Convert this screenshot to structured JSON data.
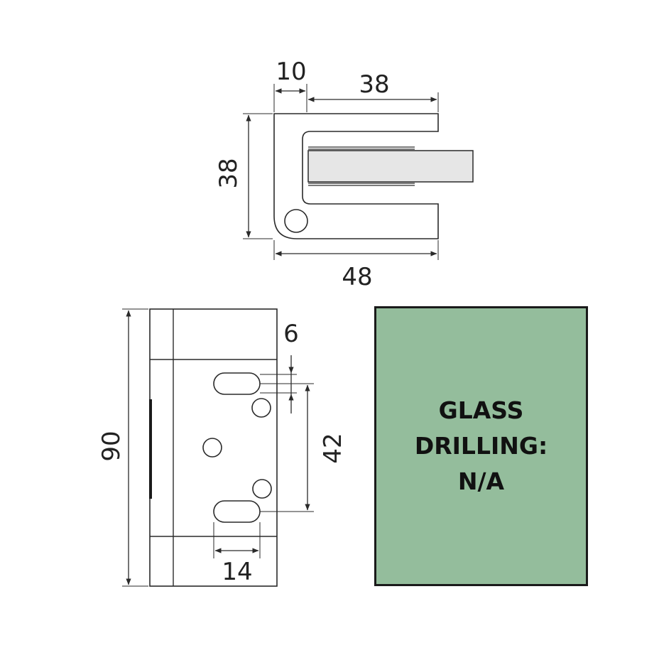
{
  "colors": {
    "line": "#2a2a2a",
    "glass_fill": "#e6e6e6",
    "note_box_fill": "#94bd9c",
    "note_text": "#111111"
  },
  "top_view": {
    "dim_flange": "10",
    "dim_slot_depth": "38",
    "dim_height": "38",
    "dim_width": "48"
  },
  "front_view": {
    "dim_height": "90",
    "dim_slot_offset": "6",
    "dim_slot_spacing": "42",
    "dim_slot_length": "14"
  },
  "note": {
    "line1": "GLASS",
    "line2": "DRILLING:",
    "line3": "N/A"
  }
}
